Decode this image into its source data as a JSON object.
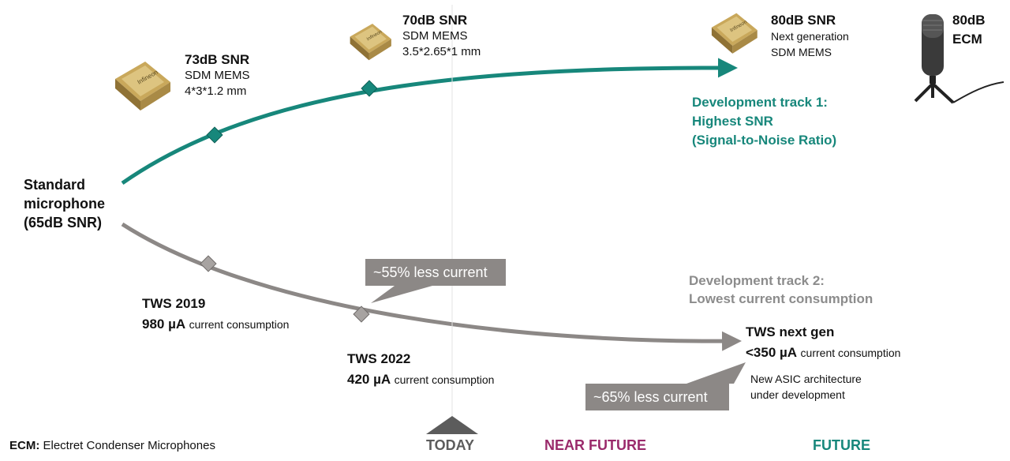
{
  "colors": {
    "teal": "#17877b",
    "grey_track": "#8c8886",
    "near_future": "#9a2a6b",
    "future": "#17877b",
    "today": "#5c5c5c"
  },
  "start": {
    "line1": "Standard",
    "line2": "microphone",
    "line3": "(65dB SNR)"
  },
  "track1": {
    "title_line1": "Development track 1:",
    "title_line2": "Highest SNR",
    "title_line3": "(Signal-to-Noise Ratio)",
    "milestones": [
      {
        "snr": "73dB SNR",
        "type": "SDM MEMS",
        "size": "4*3*1.2 mm",
        "chip_icon": "infineon-mems-chip-icon"
      },
      {
        "snr": "70dB SNR",
        "type": "SDM MEMS",
        "size": "3.5*2.65*1 mm",
        "chip_icon": "infineon-mems-chip-icon"
      },
      {
        "snr": "80dB SNR",
        "type": "Next generation",
        "size": "SDM MEMS",
        "chip_icon": "infineon-mems-chip-icon"
      }
    ],
    "ecm": {
      "line1": "80dB",
      "line2": "ECM",
      "icon": "studio-microphone-icon"
    }
  },
  "track2": {
    "title_line1": "Development track 2:",
    "title_line2": "Lowest current consumption",
    "milestones": [
      {
        "name": "TWS 2019",
        "value": "980 µA",
        "desc": "current consumption"
      },
      {
        "name": "TWS 2022",
        "value": "420 µA",
        "desc": "current consumption"
      },
      {
        "name": "TWS next gen",
        "value": "<350 µA",
        "desc": "current consumption",
        "note_line1": "New ASIC architecture",
        "note_line2": "under development"
      }
    ],
    "callouts": [
      "~55% less current",
      "~65% less current"
    ]
  },
  "footnote": {
    "abbr": "ECM:",
    "text": "Electret Condenser Microphones"
  },
  "timeline": {
    "today": "TODAY",
    "near_future": "NEAR FUTURE",
    "future": "FUTURE"
  }
}
